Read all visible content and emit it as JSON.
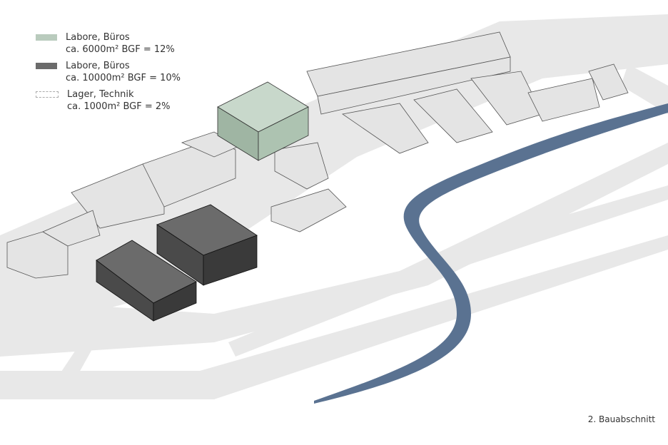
{
  "legend": [
    {
      "line1": "Labore, Büros",
      "line2": "ca. 6000m² BGF = 12%",
      "color": "#b9cbbd"
    },
    {
      "line1": "Labore, Büros",
      "line2": "ca. 10000m² BGF = 10%",
      "color": "#6b6b6b"
    },
    {
      "line1": "Lager, Technik",
      "line2": "ca. 1000m² BGF = 2%",
      "color": "#ffffff"
    }
  ],
  "caption": "2. Bauabschnitt",
  "colors": {
    "road": "#e6e6e6",
    "river": "#5a7291",
    "building": "#e4e4e4",
    "green_building": "#b9cbbd",
    "dark_building": "#5c5c5c"
  }
}
